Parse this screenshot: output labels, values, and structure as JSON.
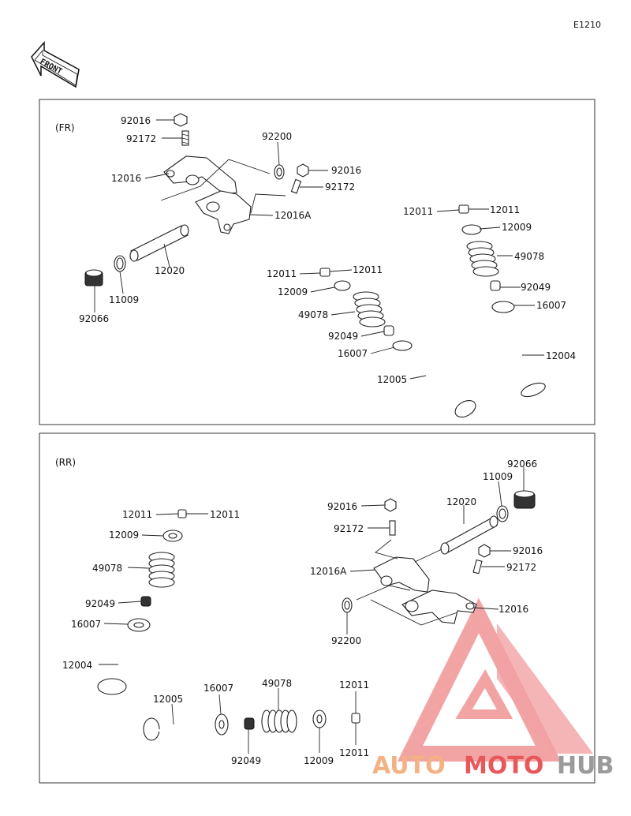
{
  "page_code": "E1210",
  "front_label": "FRONT",
  "sections": [
    {
      "label": "(FR)",
      "callouts": [
        "92016",
        "92172",
        "12016",
        "92200",
        "92016",
        "92172",
        "12016A",
        "12020",
        "92066",
        "11009",
        "12011",
        "12011",
        "12009",
        "49078",
        "92049",
        "16007",
        "12005",
        "12011",
        "12011",
        "12009",
        "49078",
        "92049",
        "16007",
        "12004"
      ]
    },
    {
      "label": "(RR)",
      "callouts": [
        "12011",
        "12011",
        "12009",
        "49078",
        "92049",
        "16007",
        "12004",
        "12005",
        "16007",
        "92049",
        "49078",
        "12009",
        "12011",
        "12011",
        "92016",
        "92172",
        "12020",
        "11009",
        "92066",
        "92016",
        "92172",
        "12016A",
        "12016",
        "92200"
      ]
    }
  ],
  "watermark": {
    "part1": "AUTO",
    "part2": "MOTO",
    "part3": "HUB",
    "colors": [
      "#f4b183",
      "#e8585a",
      "#9a9a9a"
    ]
  }
}
